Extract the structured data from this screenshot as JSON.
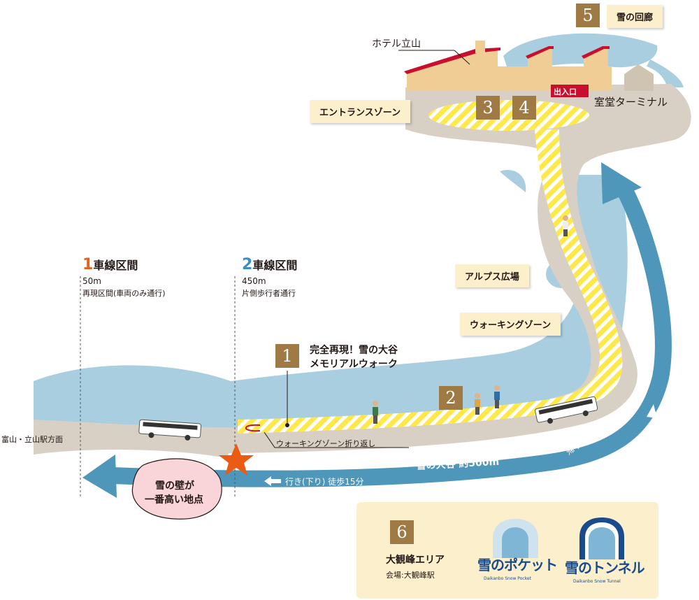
{
  "colors": {
    "route_arrow": "#4f96bb",
    "snow_wall": "#a9cee0",
    "ground": "#d8d0c5",
    "walking_zone": "#ffe94a",
    "hotel": "#f1cd96",
    "roof": "#c8102e",
    "label_bg": "#fbefcc",
    "number_badge": "#a07a44",
    "zone1_number": "#e4621d",
    "zone2_number": "#3a8fbf",
    "star": "#ea5b13",
    "highest_point_bubble": "#f9d4d9"
  },
  "buildings": {
    "hotel": "ホテル立山",
    "terminal": "室堂ターミナル",
    "exit": "出入口"
  },
  "zones": {
    "zone1": {
      "number": "1",
      "title": "車線区間",
      "length": "50m",
      "description": "再現区間(車両のみ通行)"
    },
    "zone2": {
      "number": "2",
      "title": "車線区間",
      "length": "450m",
      "description": "片側歩行者通行"
    }
  },
  "spots": {
    "s1": {
      "number": "1",
      "label_line1": "完全再現！雪の大谷",
      "label_line2": "メモリアルウォーク"
    },
    "s2": {
      "number": "2"
    },
    "s3": {
      "number": "3"
    },
    "s4": {
      "number": "4"
    },
    "s5": {
      "number": "5",
      "label": "雪の回廊"
    },
    "s6": {
      "number": "6",
      "label": "大観峰エリア",
      "sub": "会場:大観峰駅"
    }
  },
  "labels": {
    "entrance_zone": "エントランスゾーン",
    "alps_plaza": "アルプス広場",
    "walking_zone": "ウォーキングゾーン",
    "walking_turnaround": "ウォーキングゾーン折り返し",
    "direction": "富山・立山駅方面",
    "snow_valley": "雪の大谷 約500m",
    "going_down": "行き(下り) 徒歩15分",
    "return_up": "帰り(上り)徒歩20分",
    "highest_point_line1": "雪の壁が",
    "highest_point_line2": "一番高い地点"
  },
  "logos": {
    "pocket": {
      "name": "雪のポケット",
      "roman": "Daikanbo Snow Pocket"
    },
    "tunnel": {
      "name": "雪のトンネル",
      "roman": "Daikanbo Snow Tunnel"
    }
  }
}
